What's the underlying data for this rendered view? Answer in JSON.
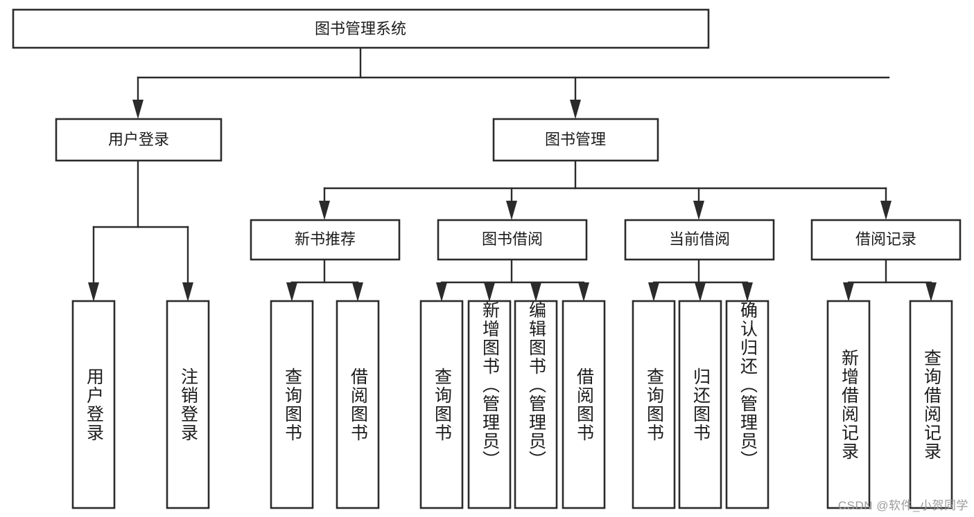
{
  "diagram": {
    "type": "tree",
    "title": "图书管理系统",
    "orientation": "top-down",
    "colors": {
      "box_stroke": "#2b2b2b",
      "box_fill": "#ffffff",
      "connector": "#2b2b2b",
      "text": "#1b1b1b",
      "watermark": "#9b9b9b",
      "background": "#ffffff"
    },
    "root": {
      "id": "root",
      "label": "图书管理系统"
    },
    "level2": [
      {
        "id": "n-user-login",
        "label": "用户登录"
      },
      {
        "id": "n-book-manage",
        "label": "图书管理"
      }
    ],
    "level3": [
      {
        "id": "n-new-book-rec",
        "label": "新书推荐",
        "parent": "n-book-manage"
      },
      {
        "id": "n-book-borrow",
        "label": "图书借阅",
        "parent": "n-book-manage"
      },
      {
        "id": "n-current-borrow",
        "label": "当前借阅",
        "parent": "n-book-manage"
      },
      {
        "id": "n-borrow-record",
        "label": "借阅记录",
        "parent": "n-book-manage"
      }
    ],
    "leaves": {
      "user_login": [
        {
          "id": "leaf-user-login",
          "label": "用户登录"
        },
        {
          "id": "leaf-logout",
          "label": "注销登录"
        }
      ],
      "new_book_rec": [
        {
          "id": "leaf-query-book-1",
          "label": "查询图书"
        },
        {
          "id": "leaf-borrow-book-1",
          "label": "借阅图书"
        }
      ],
      "book_borrow": [
        {
          "id": "leaf-query-book-2",
          "label": "查询图书"
        },
        {
          "id": "leaf-add-book",
          "label": "新增图书（管理员）"
        },
        {
          "id": "leaf-edit-book",
          "label": "编辑图书（管理员）"
        },
        {
          "id": "leaf-borrow-book-2",
          "label": "借阅图书"
        }
      ],
      "current_borrow": [
        {
          "id": "leaf-query-book-3",
          "label": "查询图书"
        },
        {
          "id": "leaf-return-book",
          "label": "归还图书"
        },
        {
          "id": "leaf-confirm-return",
          "label": "确认归还（管理员）"
        }
      ],
      "borrow_record": [
        {
          "id": "leaf-add-record",
          "label": "新增借阅记录"
        },
        {
          "id": "leaf-query-record",
          "label": "查询借阅记录"
        }
      ]
    }
  },
  "watermark": {
    "text": "CSDN @软件_小贺同学"
  }
}
